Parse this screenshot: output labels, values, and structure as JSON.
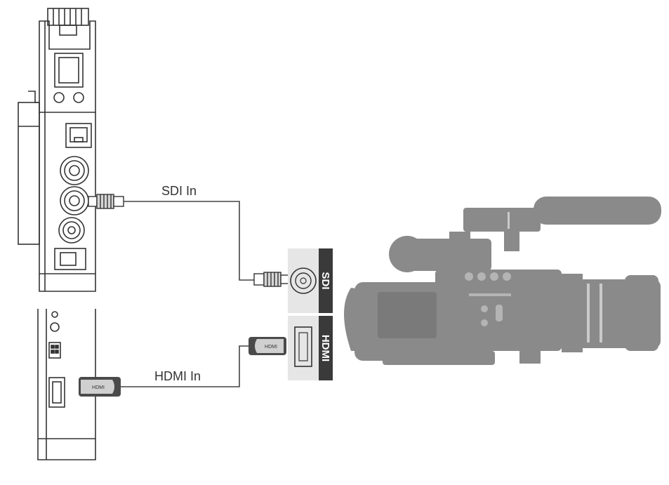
{
  "labels": {
    "sdi_cable": "SDI In",
    "hdmi_cable": "HDMI In",
    "camera_port_sdi": "SDI",
    "camera_port_hdmi": "HDMI",
    "plug_hdmi_device": "HDMI",
    "plug_hdmi_camera": "HDMI"
  },
  "colors": {
    "line": "#333333",
    "camera": "#8a8a8a",
    "camera_dark": "#6f6f6f",
    "port_panel": "#e6e6e6",
    "port_tab": "#3a3a3a",
    "plug_dark": "#444444",
    "plug_light": "#d0d0d0"
  },
  "icons": [
    "receiver-device-top",
    "receiver-device-bottom",
    "camcorder-silhouette",
    "bnc-connector",
    "hdmi-connector",
    "ethernet-port",
    "power-switch"
  ]
}
